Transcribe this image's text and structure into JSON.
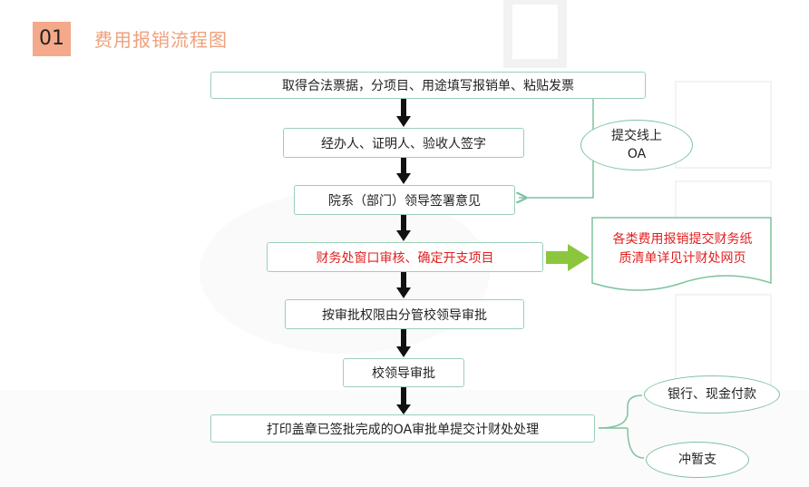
{
  "header": {
    "number": "01",
    "title": "费用报销流程图"
  },
  "flow": {
    "step1": "取得合法票据，分项目、用途填写报销单、粘贴发票",
    "step2": "经办人、证明人、验收人签字",
    "step3": "院系（部门）领导签署意见",
    "step4": "财务处窗口审核、确定开支项目",
    "step5": "按审批权限由分管校领导审批",
    "step6": "校领导审批",
    "step7": "打印盖章已签批完成的OA审批单提交计财处处理"
  },
  "side": {
    "oa_line1": "提交线上",
    "oa_line2": "OA",
    "note_line1": "各类费用报销提交财务纸",
    "note_line2": "质清单详见计财处网页",
    "option_bank": "银行、现金付款",
    "option_advance": "冲暂支"
  },
  "colors": {
    "accent": "#f4a98a",
    "title": "#f0a07c",
    "border": "#9ccfb8",
    "highlight": "#e02020",
    "arrow_green": "#8cc63f"
  }
}
